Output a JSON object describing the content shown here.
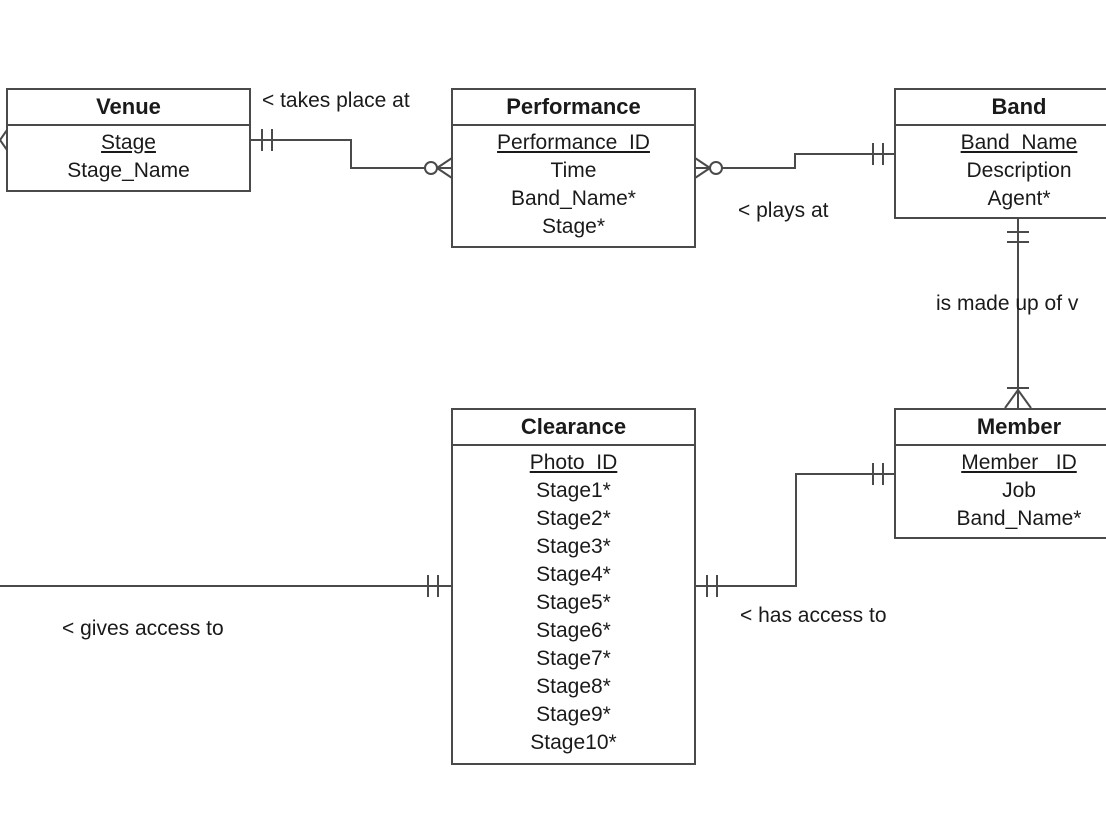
{
  "colors": {
    "line": "#4a4a4a",
    "text": "#1a1a1a",
    "background": "#ffffff"
  },
  "entities": {
    "venue": {
      "title": "Venue",
      "attrs": [
        " Stage",
        "Stage_Name"
      ]
    },
    "performance": {
      "title": "Performance",
      "attrs": [
        " Performance_ID",
        "Time",
        "Band_Name*",
        "Stage*"
      ]
    },
    "band": {
      "title": "Band",
      "attrs": [
        "Band_Name",
        "Description",
        "Agent*"
      ]
    },
    "clearance": {
      "title": "Clearance",
      "attrs": [
        "Photo_ID",
        "Stage1*",
        "Stage2*",
        "Stage3*",
        "Stage4*",
        "Stage5*",
        "Stage6*",
        "Stage7*",
        "Stage8*",
        "Stage9*",
        "Stage10*"
      ]
    },
    "member": {
      "title": "Member",
      "attrs": [
        "Member _ID",
        "Job",
        "Band_Name*"
      ]
    }
  },
  "relationships": {
    "takes_place_at": "< takes place at",
    "plays_at": "< plays at",
    "is_made_up_of": "is made up of v",
    "has_access_to": "< has access to",
    "gives_access_to": "< gives access to"
  },
  "notation": {
    "venue_performance": [
      "one-and-only-one",
      "zero-or-many"
    ],
    "performance_band": [
      "zero-or-many",
      "one-and-only-one"
    ],
    "band_member": [
      "one-and-only-one",
      "one-or-many"
    ],
    "clearance_member": [
      "one-and-only-one",
      "one-and-only-one"
    ],
    "offscreen_clearance": [
      "unknown",
      "one-and-only-one"
    ]
  }
}
